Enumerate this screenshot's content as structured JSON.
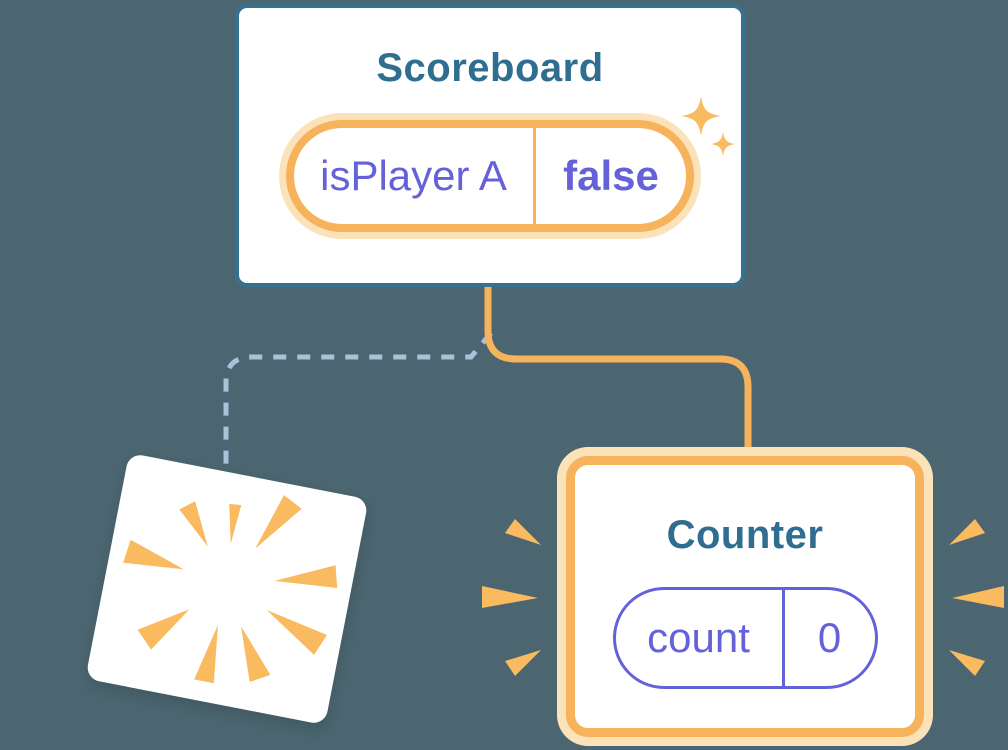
{
  "colors": {
    "canvas-bg": "#4B6670",
    "card-bg": "#FFFFFF",
    "teal": "#36718F",
    "teal-text": "#2F6E91",
    "orange": "#F7B25C",
    "orange-glow": "#FCE2B8",
    "ray": "#F9BA60",
    "purple": "#6461D9",
    "dash-blue": "#A6C4D9"
  },
  "scoreboard": {
    "title": "Scoreboard",
    "state": {
      "name": "isPlayer A",
      "value": "false"
    }
  },
  "counter": {
    "title": "Counter",
    "state": {
      "name": "count",
      "value": "0"
    }
  }
}
